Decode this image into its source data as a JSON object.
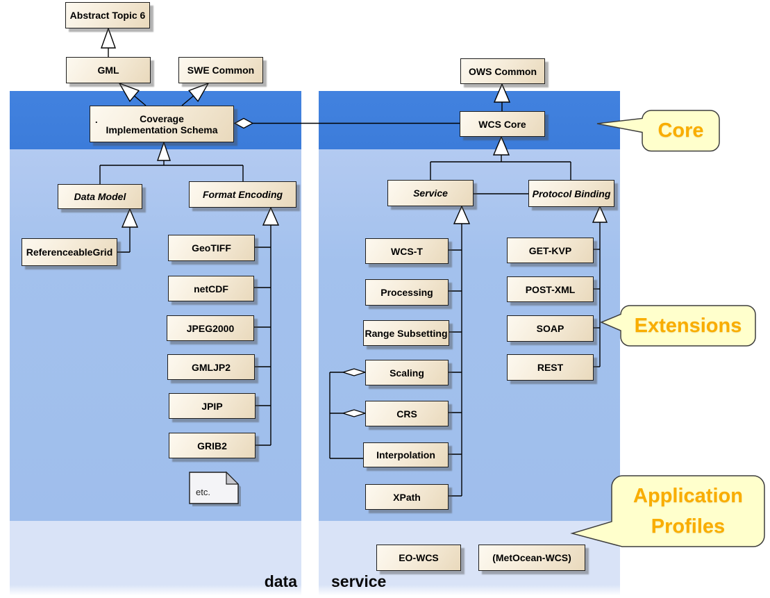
{
  "colors": {
    "core_band": "#3e7edc",
    "extensions_band": "#a3c1ed",
    "profiles_band": "#d9e3f7",
    "box_fill_light": "#fdf9f0",
    "box_fill_dark": "#e9d9bc",
    "box_border": "#1d1d1d",
    "callout_fill": "#ffffcc",
    "callout_border": "#3d3d3d",
    "callout_text": "#f9ad00",
    "connector": "#000000",
    "note_fill": "#f4f4f7"
  },
  "panels": {
    "data_label": "data",
    "service_label": "service"
  },
  "callouts": {
    "core": "Core",
    "extensions": "Extensions",
    "application_profiles": [
      "Application",
      "Profiles"
    ]
  },
  "boxes": {
    "abstract_topic_6": "Abstract Topic 6",
    "gml": "GML",
    "swe_common": "SWE Common",
    "coverage_implementation_schema": [
      "Coverage",
      "Implementation Schema"
    ],
    "cis_dot": ".",
    "data_model": "Data Model",
    "format_encoding": "Format Encoding",
    "referenceable_grid": "ReferenceableGrid",
    "geotiff": "GeoTIFF",
    "netcdf": "netCDF",
    "jpeg2000": "JPEG2000",
    "gmljp2": "GMLJP2",
    "jpip": "JPIP",
    "grib2": "GRIB2",
    "note": "etc.",
    "ows_common": "OWS Common",
    "wcs_core": "WCS Core",
    "service": "Service",
    "protocol_binding": "Protocol Binding",
    "wcs_t": "WCS-T",
    "processing": "Processing",
    "range_subsetting": "Range Subsetting",
    "scaling": "Scaling",
    "crs": "CRS",
    "interpolation": "Interpolation",
    "xpath": "XPath",
    "get_kvp": "GET-KVP",
    "post_xml": "POST-XML",
    "soap": "SOAP",
    "rest": "REST",
    "eo_wcs": "EO-WCS",
    "metocean_wcs": "(MetOcean-WCS)"
  }
}
